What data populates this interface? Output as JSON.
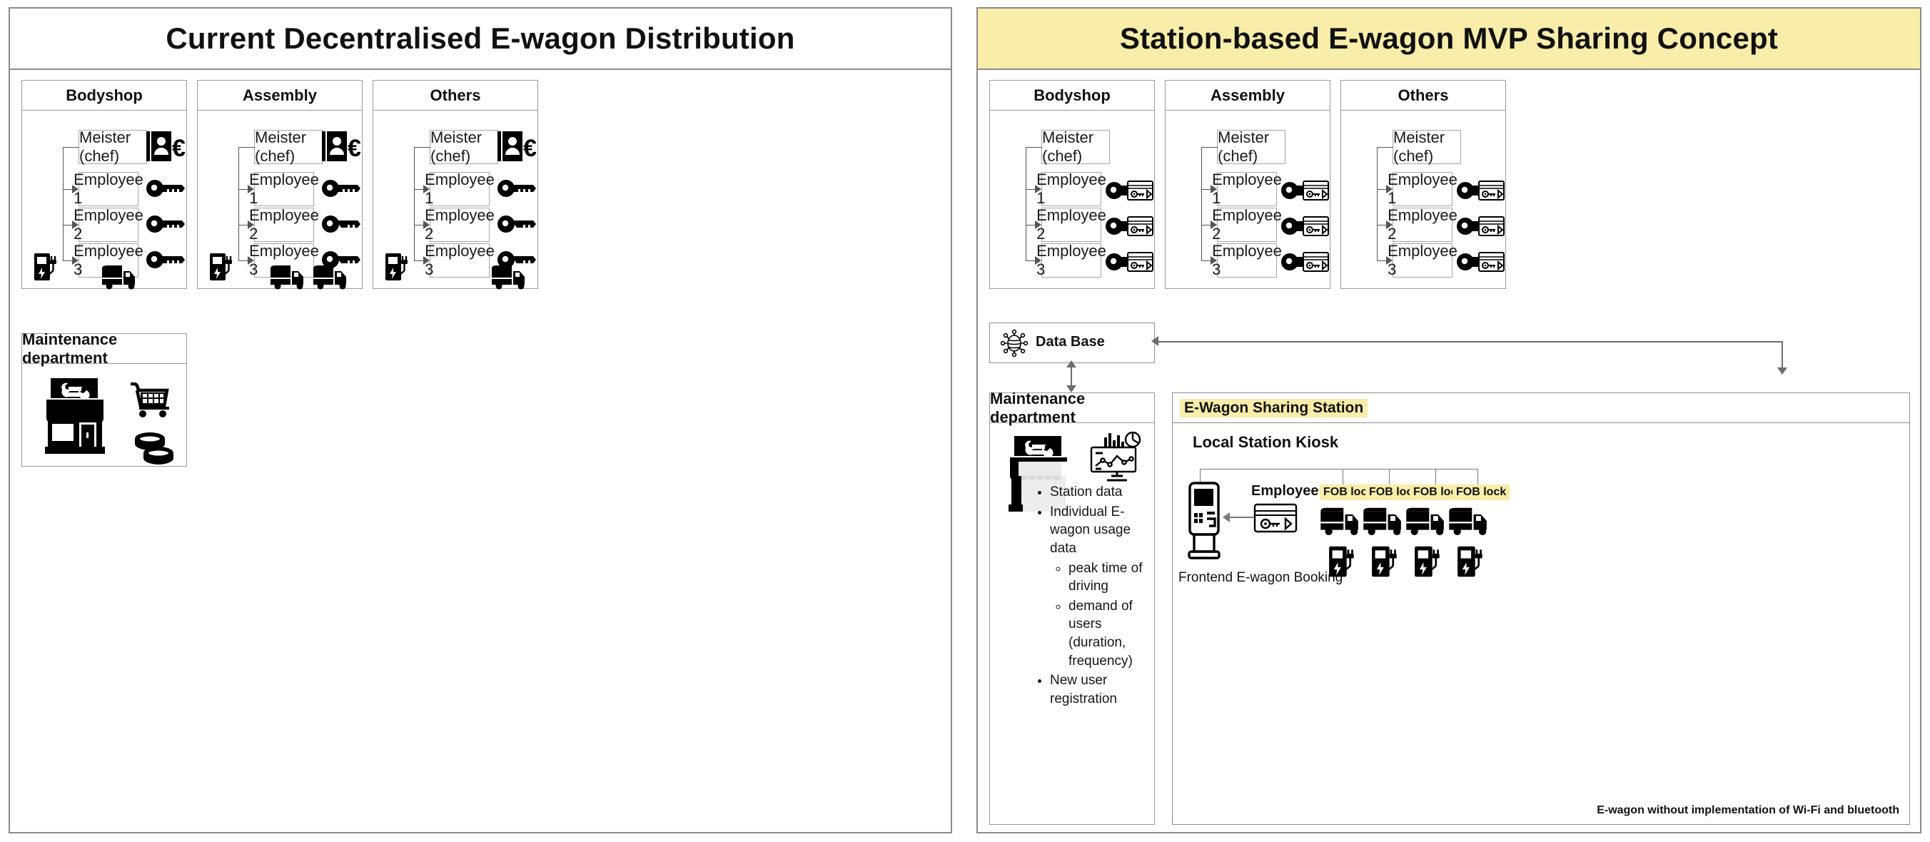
{
  "left_panel": {
    "title": "Current Decentralised E-wagon Distribution",
    "departments": [
      {
        "name": "Bodyshop",
        "chef": "Meister (chef)",
        "employees": [
          "Employee 1",
          "Employee 2",
          "Employee 3"
        ],
        "chef_icon": "id-badge-euro-icon",
        "employee_icon": "key-icon",
        "charger_icon": "ev-charging-station-icon",
        "truck_count": 1
      },
      {
        "name": "Assembly",
        "chef": "Meister (chef)",
        "employees": [
          "Employee 1",
          "Employee 2",
          "Employee 3"
        ],
        "chef_icon": "id-badge-euro-icon",
        "employee_icon": "key-icon",
        "charger_icon": "ev-charging-station-icon",
        "truck_count": 2
      },
      {
        "name": "Others",
        "chef": "Meister (chef)",
        "employees": [
          "Employee 1",
          "Employee 2",
          "Employee 3"
        ],
        "chef_icon": "id-badge-euro-icon",
        "employee_icon": "key-icon",
        "charger_icon": "ev-charging-station-icon",
        "truck_count": 1
      }
    ],
    "maintenance": {
      "title": "Maintenance department",
      "icons": [
        "workshop-storefront-icon",
        "shopping-cart-icon",
        "coins-icon"
      ]
    }
  },
  "right_panel": {
    "title": "Station-based E-wagon MVP Sharing Concept",
    "title_highlight": "#F8EDA9",
    "departments": [
      {
        "name": "Bodyshop",
        "chef": "Meister (chef)",
        "employees": [
          "Employee 1",
          "Employee 2",
          "Employee 3"
        ],
        "employee_icon": "key-and-fob-card-icon"
      },
      {
        "name": "Assembly",
        "chef": "Meister (chef)",
        "employees": [
          "Employee 1",
          "Employee 2",
          "Employee 3"
        ],
        "employee_icon": "key-and-fob-card-icon"
      },
      {
        "name": "Others",
        "chef": "Meister (chef)",
        "employees": [
          "Employee 1",
          "Employee 2",
          "Employee 3"
        ],
        "employee_icon": "key-and-fob-card-icon"
      }
    ],
    "database": {
      "label": "Data Base",
      "icon": "database-network-icon"
    },
    "maintenance": {
      "title": "Maintenance department",
      "icons": [
        "workshop-storefront-icon",
        "analytics-dashboard-monitor-icon"
      ],
      "bullets": [
        {
          "text": "Station data",
          "children": []
        },
        {
          "text": "Individual E-wagon usage data",
          "children": [
            "peak time of driving",
            "demand of users (duration, frequency)"
          ]
        },
        {
          "text": "New user registration",
          "children": []
        }
      ]
    },
    "station": {
      "title": "E-Wagon Sharing Station",
      "kiosk_heading": "Local Station Kiosk",
      "kiosk_icon": "station-kiosk-icon",
      "kiosk_caption": "Frontend E-wagon Booking",
      "employee_id_label": "Employee ID",
      "employee_id_icon": "fob-card-key-icon",
      "fob_labels": [
        "FOB lock",
        "FOB lock",
        "FOB lock",
        "FOB lock"
      ],
      "wagon_icon": "e-wagon-truck-icon",
      "charger_icon": "ev-charging-station-icon",
      "footnote": "E-wagon without implementation of Wi-Fi and bluetooth"
    }
  }
}
